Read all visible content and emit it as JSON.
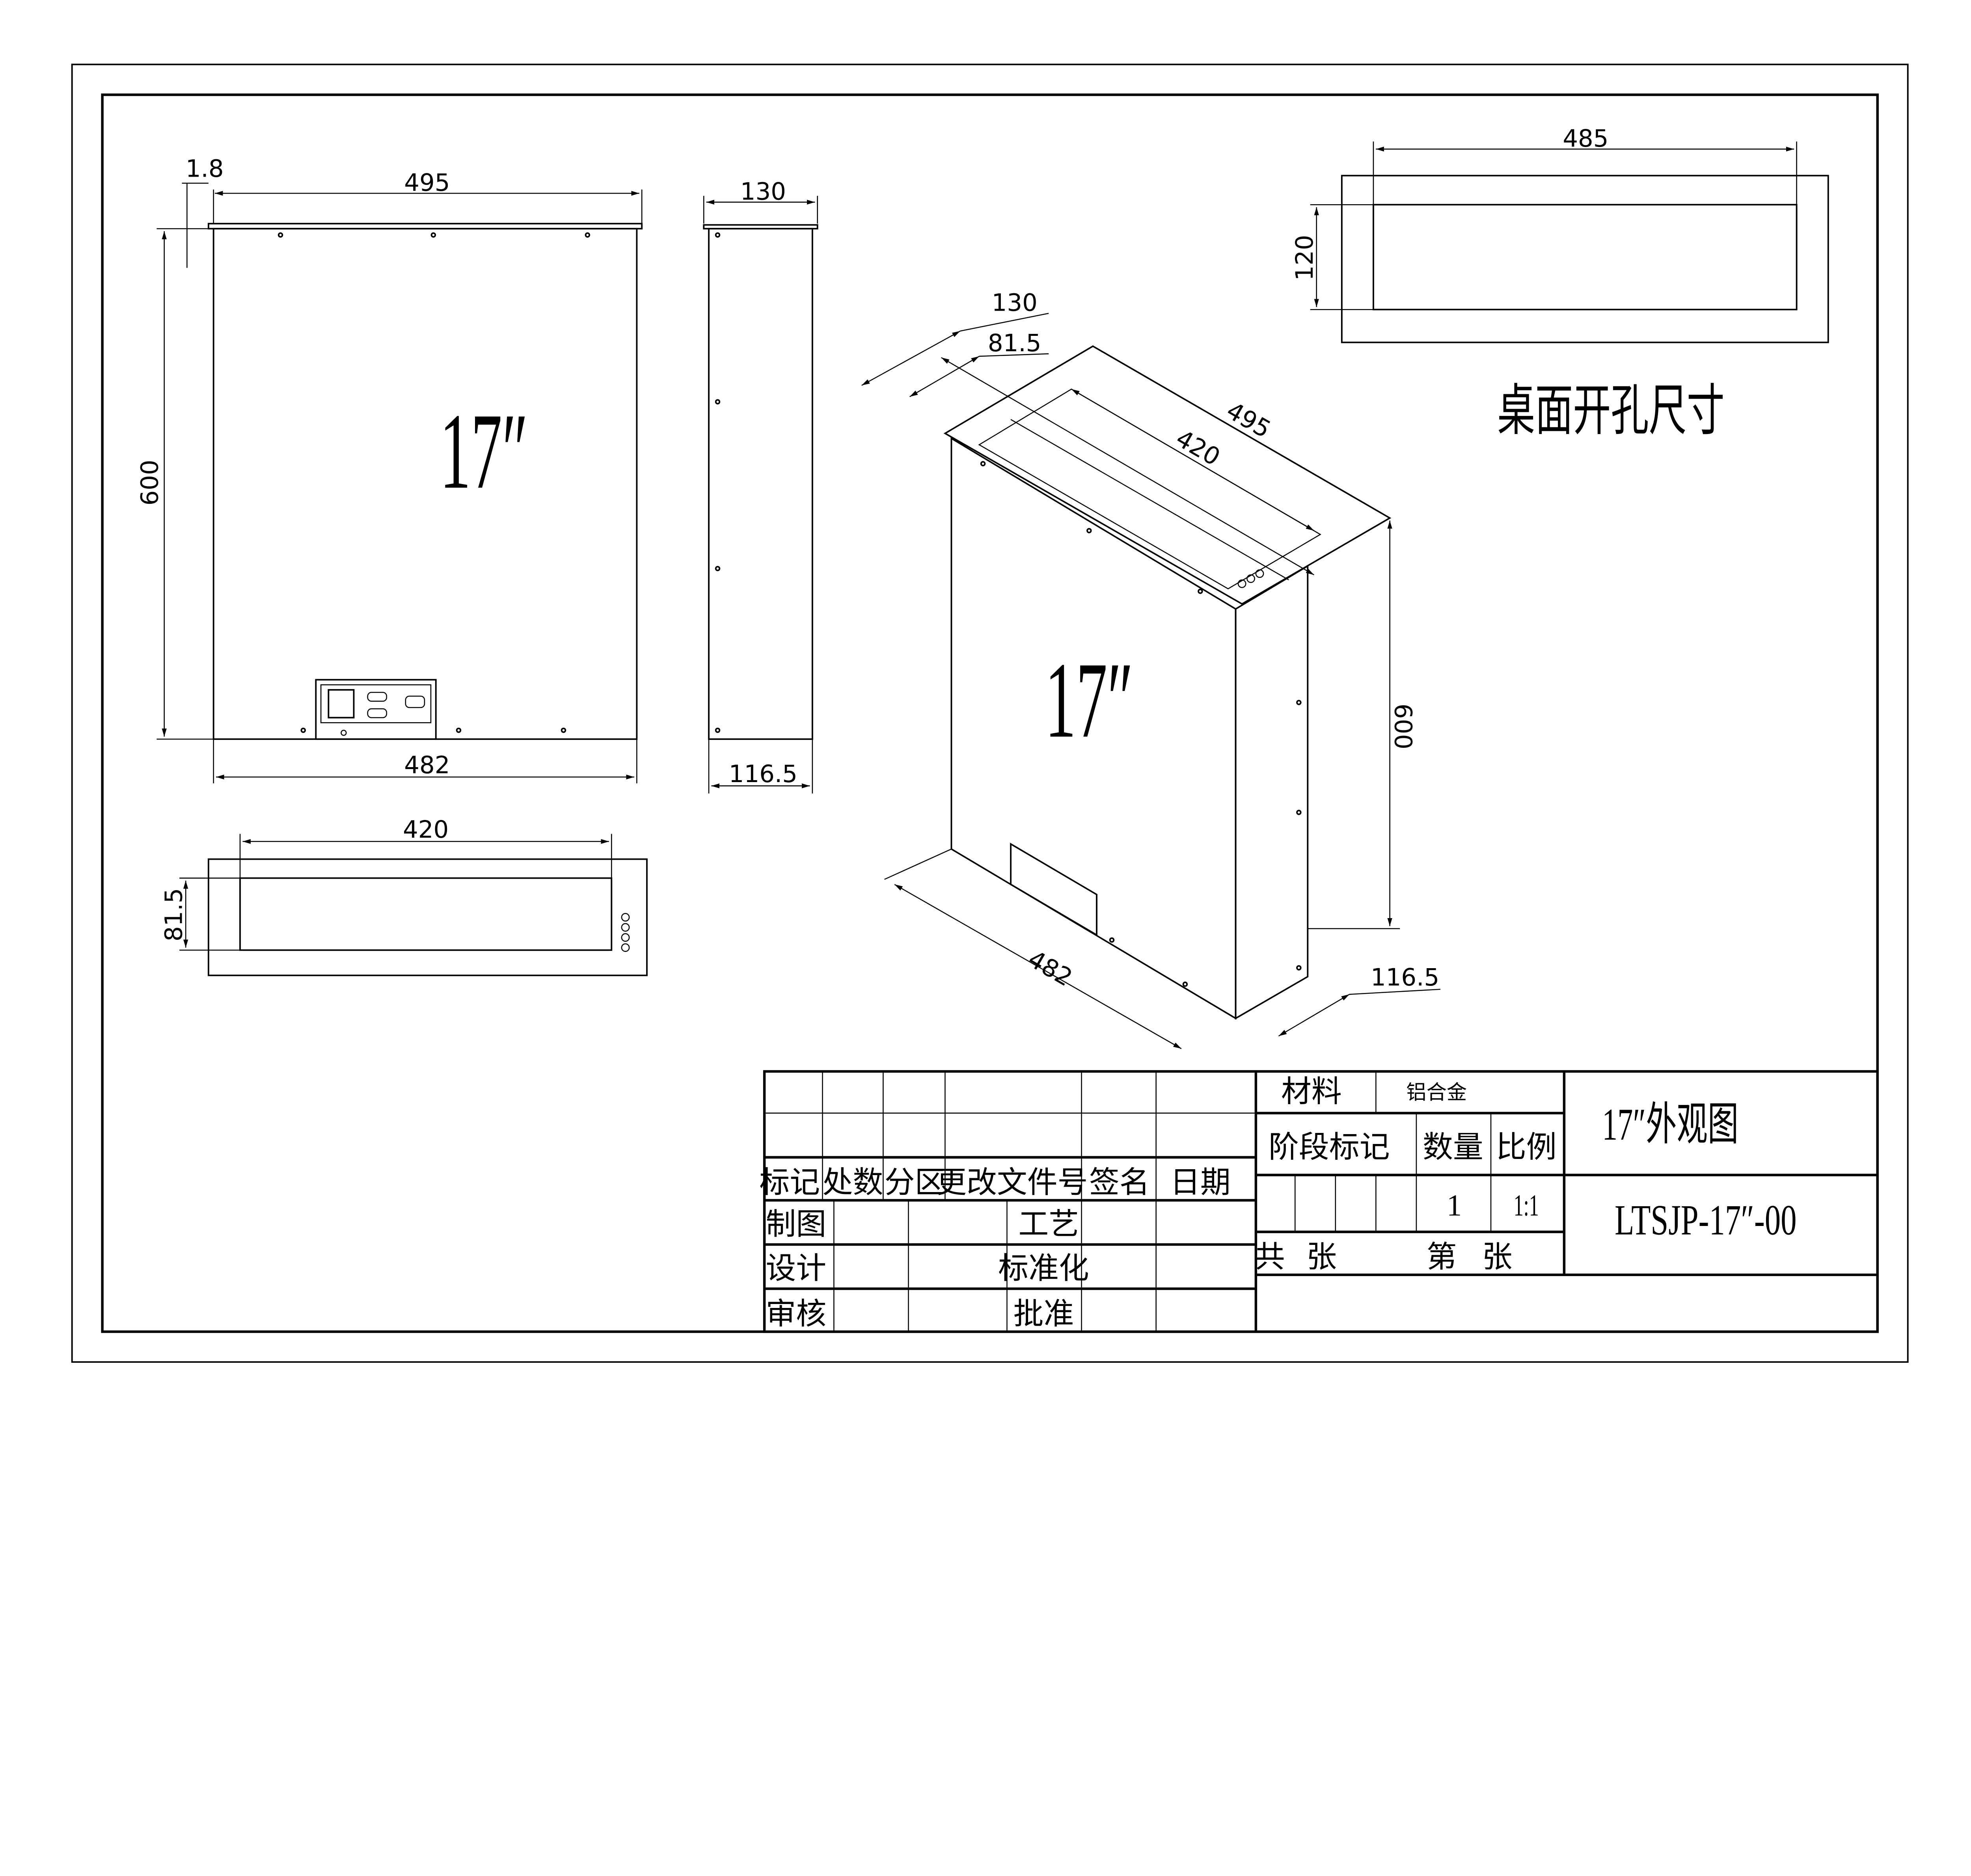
{
  "front_view": {
    "dim_top": "1.8",
    "dim_width": "495",
    "dim_height": "600",
    "dim_bottom": "482",
    "size_label": "17″"
  },
  "side_view": {
    "dim_top": "130",
    "dim_bottom": "116.5"
  },
  "top_view": {
    "dim_width": "420",
    "dim_depth": "81.5"
  },
  "cutout_view": {
    "dim_width": "485",
    "dim_depth": "120",
    "title": "桌面开孔尺寸"
  },
  "iso_view": {
    "dim_130": "130",
    "dim_81_5": "81.5",
    "dim_495": "495",
    "dim_420": "420",
    "dim_600": "600",
    "dim_482": "482",
    "dim_116_5": "116.5",
    "size_label": "17″"
  },
  "title_block": {
    "headers": [
      "标记",
      "处数",
      "分区",
      "更改文件号",
      "签名",
      "日期"
    ],
    "roles": {
      "draw": "制图",
      "process": "工艺",
      "design": "设计",
      "standard": "标准化",
      "review": "审核",
      "approve": "批准"
    },
    "material_label": "材料",
    "material_value": "铝合金",
    "stage_label": "阶段标记",
    "quantity_label": "数量",
    "scale_label": "比例",
    "quantity_value": "1",
    "scale_value": "1:1",
    "sheets_total_prefix": "共",
    "sheets_total_suffix": "张",
    "sheet_no_prefix": "第",
    "sheet_no_suffix": "张",
    "drawing_title": "17″外观图",
    "drawing_number": "LTSJP-17″-00"
  }
}
